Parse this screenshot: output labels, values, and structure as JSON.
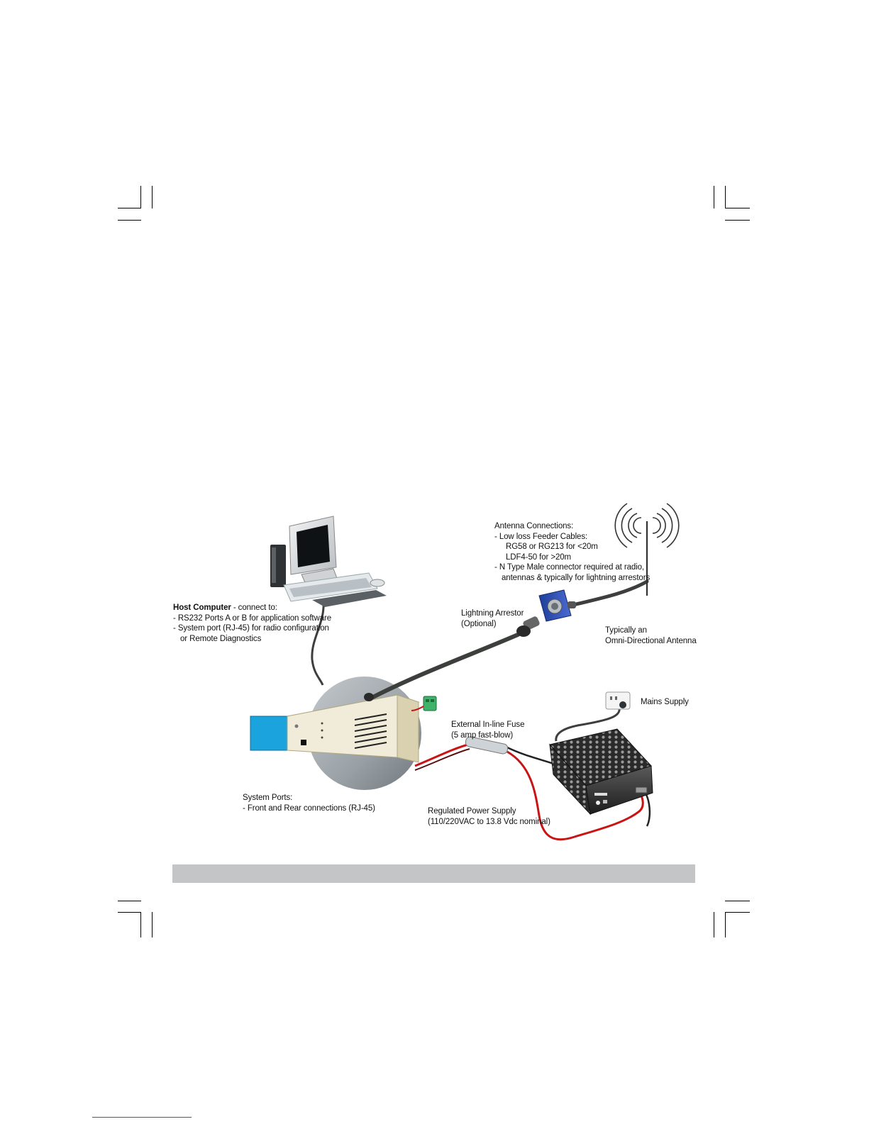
{
  "diagram": {
    "labels": {
      "antenna_connections": {
        "title": "Antenna Connections:",
        "line1": "- Low loss Feeder Cables:",
        "line2": "RG58 or RG213 for <20m",
        "line3": "LDF4-50 for >20m",
        "line4": "- N Type Male connector required at radio,",
        "line5": "antennas & typically for lightning arrestors"
      },
      "host_computer": {
        "title_bold": "Host Computer",
        "title_rest": " - connect to:",
        "line1": "- RS232 Ports A or B for application software",
        "line2": "- System port (RJ-45) for radio configuration",
        "line3": "or Remote Diagnostics"
      },
      "lightning_arrestor": {
        "line1": "Lightning Arrestor",
        "line2": "(Optional)"
      },
      "antenna": {
        "line1": "Typically an",
        "line2": "Omni-Directional Antenna"
      },
      "mains_supply": "Mains Supply",
      "fuse": {
        "line1": "External In-line Fuse",
        "line2": "(5 amp fast-blow)"
      },
      "system_ports": {
        "line1": "System Ports:",
        "line2": "- Front and Rear connections (RJ-45)"
      },
      "power_supply": {
        "line1": "Regulated Power Supply",
        "line2": "(110/220VAC to 13.8 Vdc nominal)"
      }
    },
    "colors": {
      "radio_face": "#1aa3dc",
      "radio_body": "#f1ecd9",
      "cable": "#3c3f3c",
      "power_red": "#c81414",
      "circle": "#9ea5aa",
      "caption_bar": "#c3c5c6"
    },
    "icons": [
      "computer-icon",
      "antenna-icon",
      "lightning-arrestor-icon",
      "radio-unit-icon",
      "power-supply-icon",
      "wall-socket-icon",
      "fuse-icon",
      "terminal-block-icon"
    ]
  }
}
